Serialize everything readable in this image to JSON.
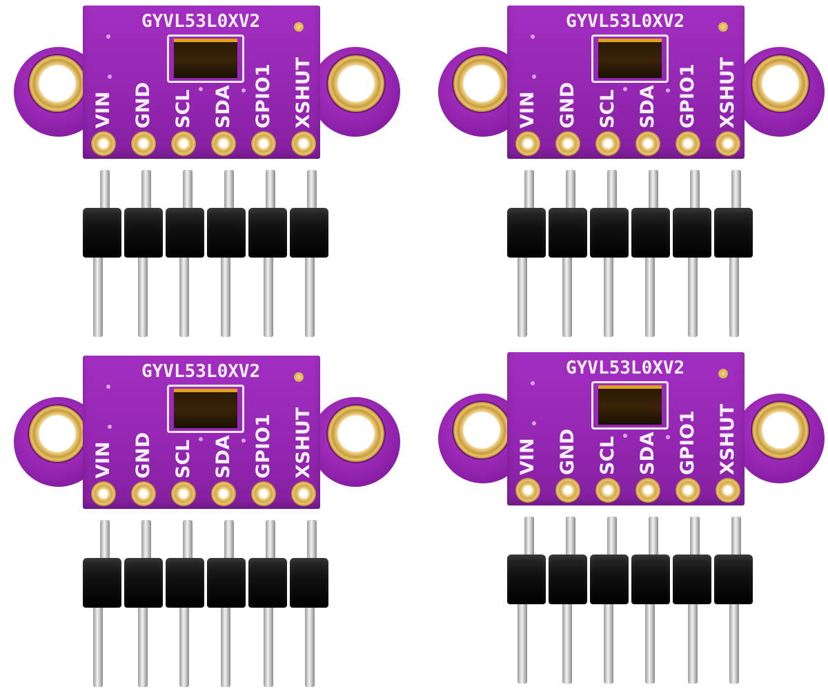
{
  "photo": {
    "subject": "four sensor modules with pin headers",
    "module_label": "GYVL53L0XV2",
    "pin_labels": [
      "VIN",
      "GND",
      "SCL",
      "SDA",
      "GPIO1",
      "XSHUT"
    ]
  },
  "modules": [
    {
      "label": "GYVL53L0XV2",
      "pins": [
        "VIN",
        "GND",
        "SCL",
        "SDA",
        "GPIO1",
        "XSHUT"
      ]
    },
    {
      "label": "GYVL53L0XV2",
      "pins": [
        "VIN",
        "GND",
        "SCL",
        "SDA",
        "GPIO1",
        "XSHUT"
      ]
    },
    {
      "label": "GYVL53L0XV2",
      "pins": [
        "VIN",
        "GND",
        "SCL",
        "SDA",
        "GPIO1",
        "XSHUT"
      ]
    },
    {
      "label": "GYVL53L0XV2",
      "pins": [
        "VIN",
        "GND",
        "SCL",
        "SDA",
        "GPIO1",
        "XSHUT"
      ]
    }
  ],
  "colors": {
    "pcb": "#9527b3",
    "pad_gold": "#d3a647",
    "header_plastic": "#111111",
    "pin_metal": "#c4c4c4",
    "sensor_amber": "#e3a11c"
  }
}
